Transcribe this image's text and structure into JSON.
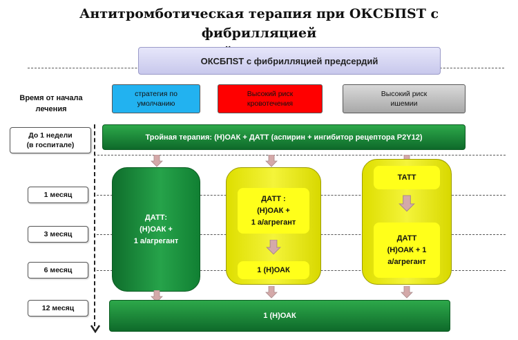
{
  "title": "Антитромботическая  терапия при ОКСБПST с фибрилляцией\nпредсердий, перенесших ЧКВ",
  "top_box": "ОКСБПST с фибрилляцией предсердий",
  "time_header": "Время от начала\nлечения",
  "categories": [
    {
      "label": "стратегия по\nумолчанию",
      "color": "#22b2f0"
    },
    {
      "label": "Высокий  риск\nкровотечения",
      "color": "#ff0000"
    },
    {
      "label": "Высокий  риск\nишемии",
      "color": "#bdbdbd"
    }
  ],
  "time_points": [
    "До 1 недели\n(в госпитале)",
    "1 месяц",
    "3 месяц",
    "6 месяц",
    "12 месяц"
  ],
  "triple_therapy": "Тройная терапия: (Н)ОАК + ДАТТ  (аспирин + ингибитор рецептора P2Y12)",
  "default_strategy": "ДАТТ:\n(Н)ОАК +\n1 а/агрегант",
  "bleeding_risk": {
    "top": "ДАТТ  :\n(Н)ОАК +\n1 а/агрегант",
    "bottom": "1 (Н)ОАК"
  },
  "ischemia_risk": {
    "top": "ТАТТ",
    "bottom": "ДАТТ\n(Н)ОАК + 1\nа/агрегант"
  },
  "final_bar": "1 (Н)ОАК",
  "colors": {
    "green": "#1a8f3a",
    "yellow": "#f0f020",
    "arrow": "#d4a9a9",
    "lavender": "#d6d6f2"
  }
}
